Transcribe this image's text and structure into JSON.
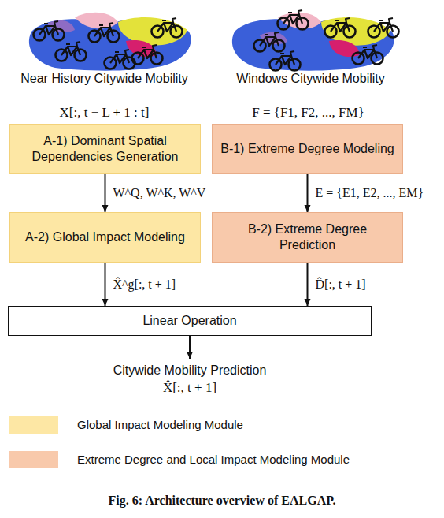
{
  "diagram": {
    "caption": "Fig. 6: Architecture overview of EALGAP.",
    "nodes": [
      {
        "text": [
          "A-1) Dominant Spatial Dependencies Generation"
        ]
      },
      {
        "text": [
          "A-2) Global Impact Modeling"
        ]
      },
      {
        "text": [
          "B-1) Extreme Degree Modeling"
        ]
      },
      {
        "text": [
          "B-2) Extreme Degree Prediction"
        ]
      },
      {
        "text": [
          "Linear Operation"
        ]
      }
    ],
    "edges": [
      {
        "from": 0,
        "to": 1,
        "arrow": "to",
        "label": "W^Q, W^K, W^V"
      },
      {
        "from": 2,
        "to": 3,
        "arrow": "to",
        "label": "E = {E1, E2, ..., EM}"
      },
      {
        "from": 1,
        "to": 4,
        "arrow": "to",
        "label": "X̂^g[:, t + 1]"
      },
      {
        "from": 3,
        "to": 4,
        "arrow": "to",
        "label": "D̂[:, t + 1]"
      }
    ],
    "labels": [
      "Near History Citywide Mobility",
      "X[:, t − L + 1 : t]",
      "Windows Citywide Mobility",
      "F = {F1, F2, ..., FM}",
      "Citywide Mobility Prediction",
      "X̂[:, t + 1]"
    ],
    "legend": [
      {
        "text": "Global Impact Modeling Module",
        "color": "#fde7a4"
      },
      {
        "text": "Extreme Degree and Local Impact Modeling Module",
        "color": "#f8c9ab"
      }
    ]
  }
}
